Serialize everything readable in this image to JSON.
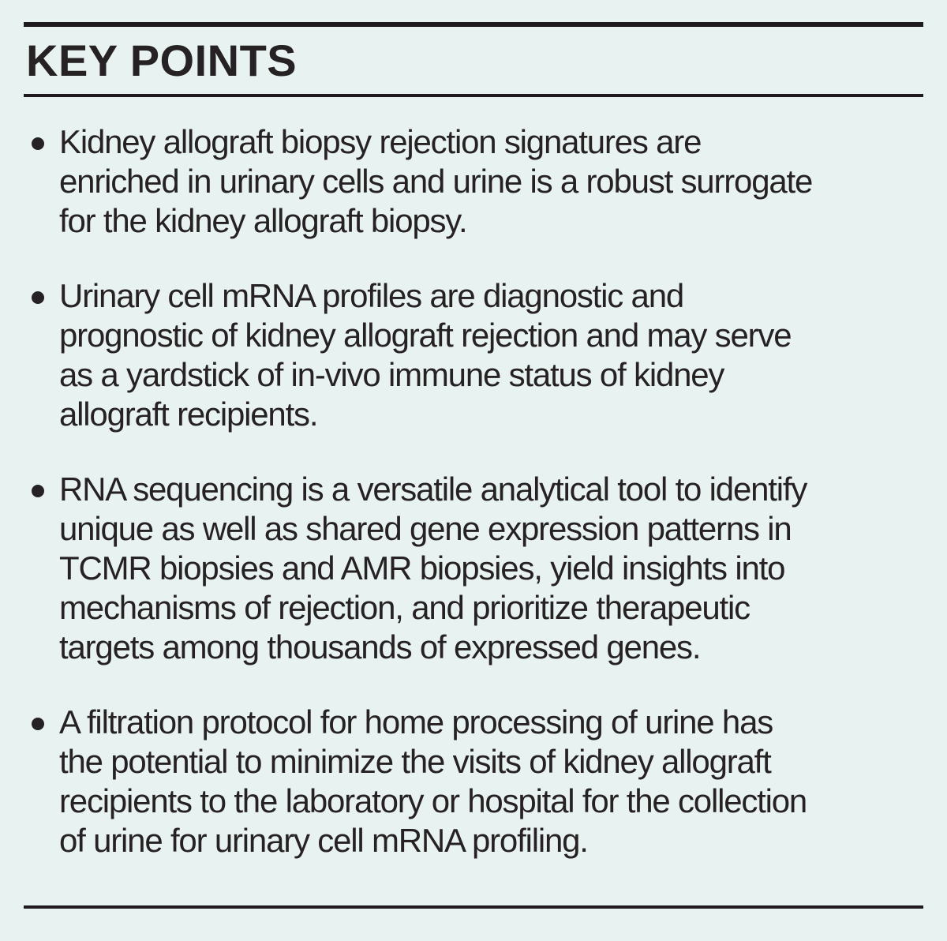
{
  "panel": {
    "title": "KEY POINTS",
    "bullets": [
      {
        "lines": [
          "Kidney allograft biopsy rejection signatures are",
          "enriched in urinary cells and urine is a robust surrogate",
          "for the kidney allograft biopsy."
        ]
      },
      {
        "lines": [
          "Urinary cell mRNA profiles are diagnostic and",
          "prognostic of kidney allograft rejection and may serve",
          "as a yardstick of in-vivo immune status of kidney",
          "allograft recipients."
        ]
      },
      {
        "lines": [
          "RNA sequencing is a versatile analytical tool to identify",
          "unique as well as shared gene expression patterns in",
          "TCMR biopsies and AMR biopsies, yield insights into",
          "mechanisms of rejection, and prioritize therapeutic",
          "targets among thousands of expressed genes."
        ]
      },
      {
        "lines": [
          "A filtration protocol for home processing of urine has",
          "the potential to minimize the visits of kidney allograft",
          "recipients to the laboratory or hospital for the collection",
          "of urine for urinary cell mRNA profiling."
        ]
      }
    ]
  },
  "colors": {
    "background": "#e8f2f0",
    "text": "#262223",
    "rule": "#1f1b1c"
  }
}
